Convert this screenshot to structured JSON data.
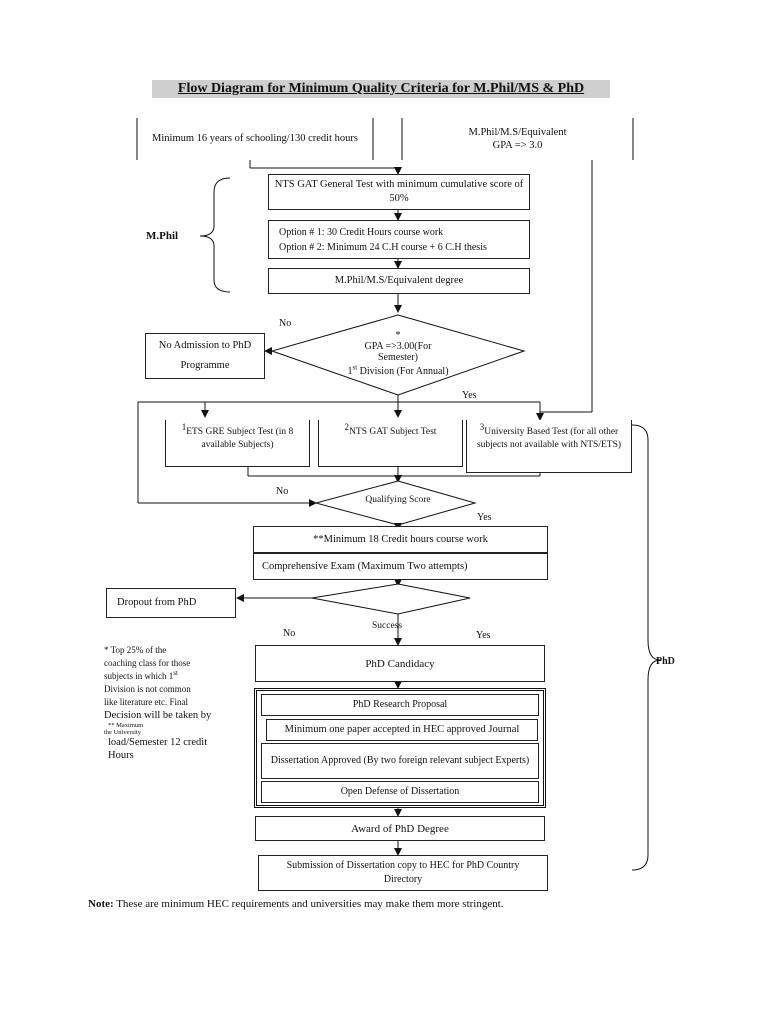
{
  "title": "Flow Diagram for Minimum Quality Criteria for M.Phil/MS & PhD",
  "top_left_box": "Minimum 16 years of schooling/130 credit hours",
  "top_right_box_line1": "M.Phil/M.S/Equivalent",
  "top_right_box_line2": "GPA => 3.0",
  "mphil_label": "M.Phil",
  "phd_label": "PhD",
  "nts_gat_general": "NTS GAT General Test with minimum cumulative score of 50%",
  "option1": "Option # 1: 30 Credit Hours course work",
  "option2": "Option # 2: Minimum 24 C.H course + 6 C.H thesis",
  "mphil_degree": "M.Phil/M.S/Equivalent degree",
  "no_admission_line1": "No Admission to PhD",
  "no_admission_line2": "Programme",
  "gpa_diamond_star": "*",
  "gpa_diamond_line1": "GPA =>3.00(For",
  "gpa_diamond_line2": "Semester)",
  "gpa_diamond_line3_pre": "1",
  "gpa_diamond_line3_sup": "st",
  "gpa_diamond_line3_post": " Division (For Annual)",
  "no_label": "No",
  "yes_label": "Yes",
  "test1_num": "1",
  "test1_text": "ETS GRE Subject Test (in 8 available Subjects)",
  "test2_num": "2",
  "test2_text": "NTS GAT Subject Test",
  "test3_num": "3",
  "test3_text": "University Based Test (for all other subjects not available with NTS/ETS)",
  "qualifying_score": "Qualifying Score",
  "min_18_credit": "**Minimum 18 Credit hours course work",
  "comprehensive_exam": "Comprehensive Exam (Maximum Two attempts)",
  "dropout": "Dropout from PhD",
  "success": "Success",
  "phd_candidacy": "PhD Candidacy",
  "research_proposal": "PhD Research Proposal",
  "paper_accepted": "Minimum one paper accepted in HEC approved Journal",
  "dissertation_approved": "Dissertation Approved (By two foreign relevant subject Experts)",
  "open_defense": "Open Defense of Dissertation",
  "award": "Award of PhD Degree",
  "submission": "Submission of Dissertation copy to HEC for PhD Country Directory",
  "footnote_line1": "* Top 25% of the",
  "footnote_line2": "coaching class for those",
  "footnote_line3_pre": "subjects in which 1",
  "footnote_line3_sup": "st",
  "footnote_line4": "Division is not common",
  "footnote_line5": "like literature etc. Final",
  "footnote_line6": "Decision will be taken by",
  "footnote_small1": "** Maximum",
  "footnote_small2": "the University",
  "footnote_line7": "load/Semester 12 credit",
  "footnote_line8": "Hours",
  "note_label": "Note:",
  "note_text": " These are minimum HEC requirements and universities may make them more stringent."
}
